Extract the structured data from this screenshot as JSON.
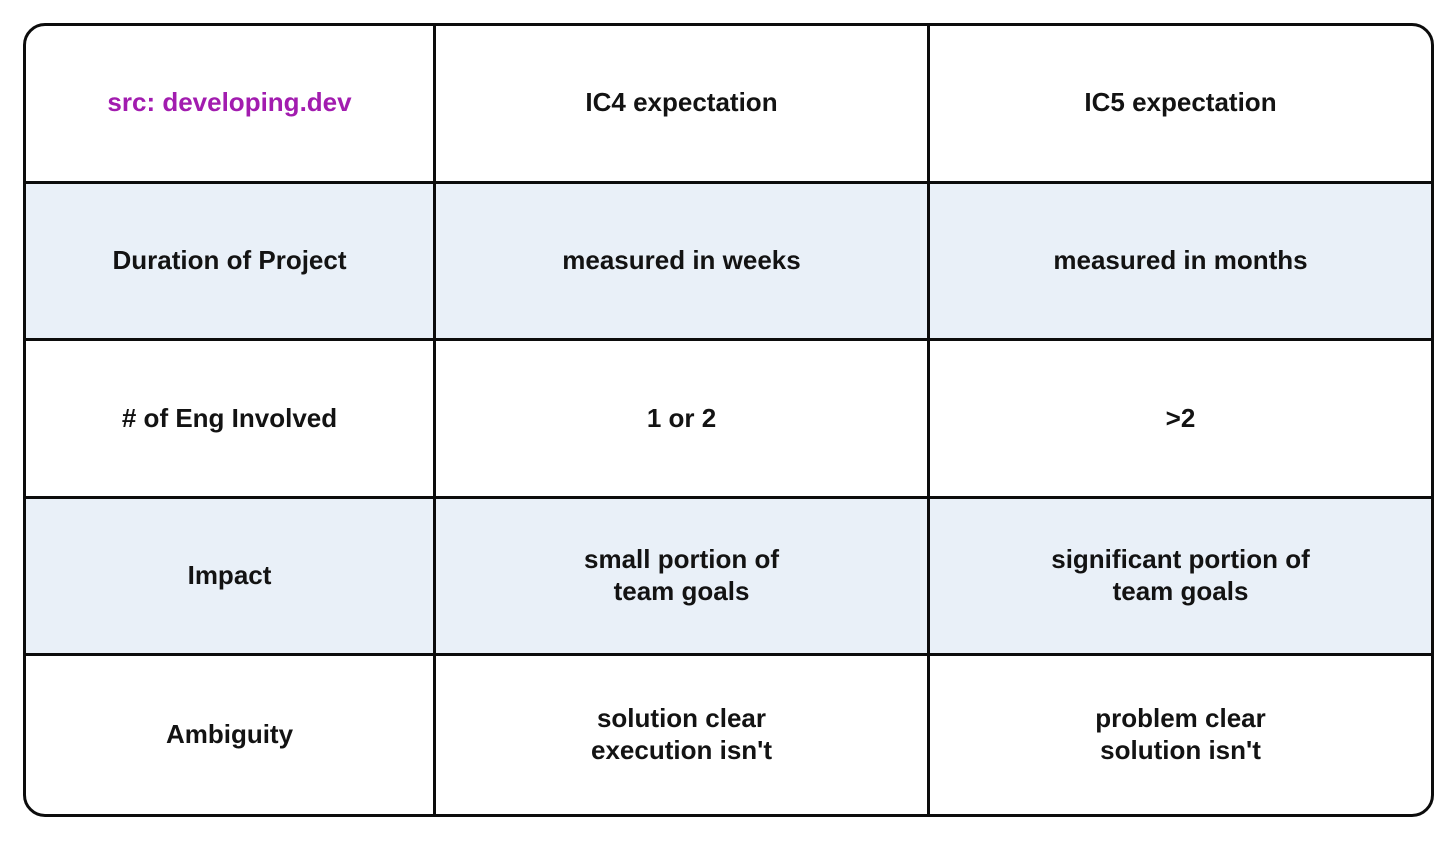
{
  "table": {
    "source_label": "src: developing.dev",
    "columns": [
      "IC4 expectation",
      "IC5 expectation"
    ],
    "rows": [
      {
        "label": "Duration of Project",
        "ic4": "measured in weeks",
        "ic5": "measured in months"
      },
      {
        "label": "# of Eng Involved",
        "ic4": "1 or 2",
        "ic5": ">2"
      },
      {
        "label": "Impact",
        "ic4": "small portion of\nteam goals",
        "ic5": "significant portion of\nteam goals"
      },
      {
        "label": "Ambiguity",
        "ic4": "solution clear\nexecution isn't",
        "ic5": "problem clear\nsolution isn't"
      }
    ],
    "colors": {
      "accent": "#A21CAF",
      "row_alt_bg": "#E9F0F8",
      "border": "#0c0c0c",
      "text": "#131313"
    }
  }
}
